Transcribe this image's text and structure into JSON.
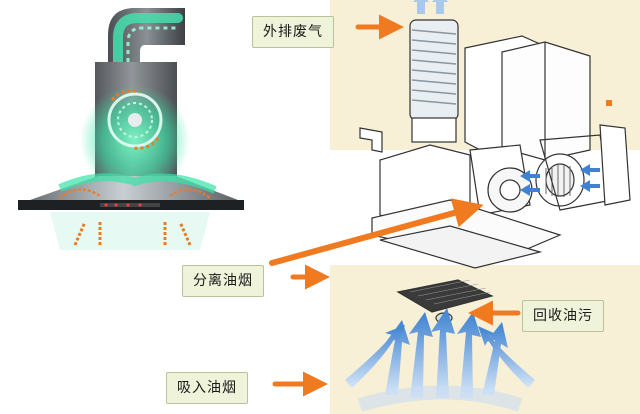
{
  "labels": {
    "exhaust": "外排废气",
    "separate": "分离油烟",
    "collect": "回收油污",
    "intake": "吸入油烟"
  },
  "colors": {
    "arrow_orange": "#f07a1f",
    "panel_beige": "#f8f0d6",
    "label_bg": "#eef3da",
    "airflow_blue": "#4f8fd8",
    "glow_green": "#36e2a6",
    "hood_metal": "#8c9196"
  },
  "icons": [
    "range-hood-cutaway-icon",
    "exploded-hood-assembly-icon",
    "airflow-arrows-icon",
    "callout-arrow-icon"
  ]
}
